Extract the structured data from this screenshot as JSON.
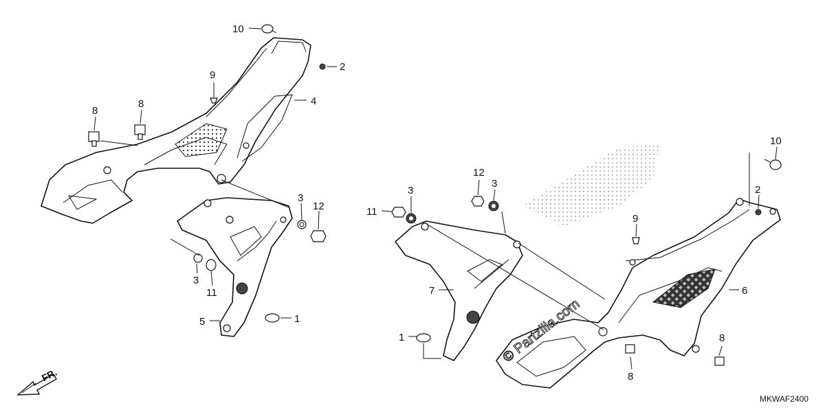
{
  "callouts": {
    "left": [
      "10",
      "2",
      "9",
      "4",
      "8",
      "8",
      "3",
      "12",
      "3",
      "11",
      "5",
      "1"
    ],
    "right": [
      "12",
      "3",
      "3",
      "11",
      "10",
      "2",
      "9",
      "7",
      "6",
      "1",
      "8",
      "8"
    ]
  },
  "direction_label": "FR.",
  "diagram_code": "MKWAF2400",
  "watermark": "© Partzilla.com"
}
